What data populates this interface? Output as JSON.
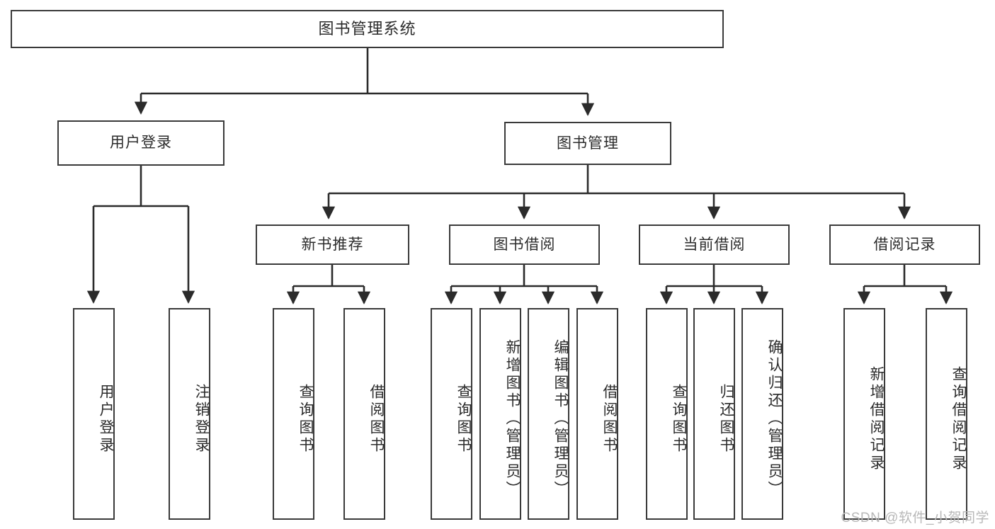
{
  "diagram": {
    "title": "图书管理系统",
    "type": "hierarchy-tree",
    "watermark": "CSDN @软件_小贺同学",
    "colors": {
      "box_border": "#3a3a3a",
      "box_fill": "#ffffff",
      "edge": "#2b2b2b",
      "text": "#2b2b2b",
      "watermark": "#b8b8b8",
      "background": "#ffffff"
    },
    "levels": {
      "root": {
        "label": "图书管理系统"
      },
      "level2": [
        {
          "label": "用户登录"
        },
        {
          "label": "图书管理"
        }
      ],
      "level3": [
        {
          "label": "新书推荐"
        },
        {
          "label": "图书借阅"
        },
        {
          "label": "当前借阅"
        },
        {
          "label": "借阅记录"
        }
      ],
      "leaves": [
        {
          "label": "用户登录",
          "parent": "用户登录"
        },
        {
          "label": "注销登录",
          "parent": "用户登录"
        },
        {
          "label": "查询图书",
          "parent": "新书推荐"
        },
        {
          "label": "借阅图书",
          "parent": "新书推荐"
        },
        {
          "label": "查询图书",
          "parent": "图书借阅"
        },
        {
          "label": "新增图书（管理员）",
          "parent": "图书借阅"
        },
        {
          "label": "编辑图书（管理员）",
          "parent": "图书借阅"
        },
        {
          "label": "借阅图书",
          "parent": "图书借阅"
        },
        {
          "label": "查询图书",
          "parent": "当前借阅"
        },
        {
          "label": "归还图书",
          "parent": "当前借阅"
        },
        {
          "label": "确认归还（管理员）",
          "parent": "当前借阅"
        },
        {
          "label": "新增借阅记录",
          "parent": "借阅记录"
        },
        {
          "label": "查询借阅记录",
          "parent": "借阅记录"
        }
      ]
    }
  }
}
